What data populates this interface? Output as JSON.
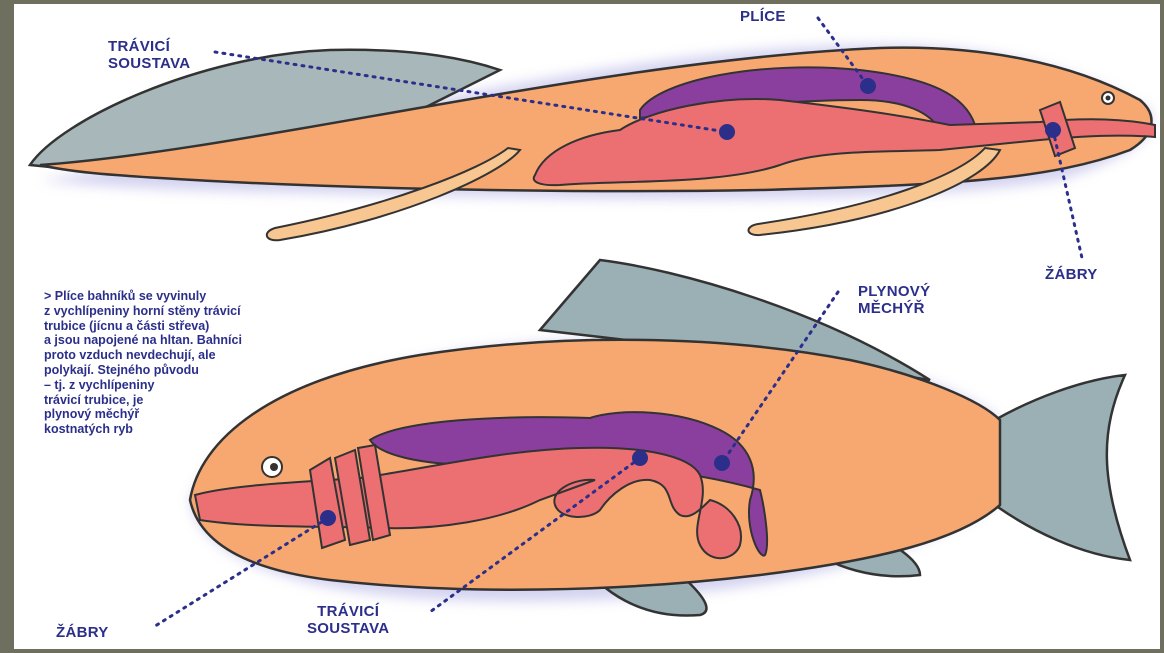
{
  "labels": {
    "lungs": "PLÍCE",
    "digestive_top": "TRÁVICÍ\nSOUSTAVA",
    "gills_top": "ŽÁBRY",
    "swim_bladder": "PLYNOVÝ\nMĚCHÝŘ",
    "gills_bottom": "ŽÁBRY",
    "digestive_bottom": "TRÁVICÍ\nSOUSTAVA"
  },
  "note": "> Plíce bahníků se vyvinuly\nz vychlípeniny horní stěny trávicí\ntrubice (jícnu a části střeva)\na jsou napojené na hltan. Bahníci\nproto vzduch nevdechují, ale\npolykají. Stejného původu\n– tj. z vychlípeniny\ntrávicí trubice, je\nplynový měchýř\nkostnatých ryb",
  "colors": {
    "body": "#f7a871",
    "organ_lung": "#8a3f9e",
    "digestive": "#ec6f72",
    "fin": "#9ab0b4",
    "label": "#2b2f8a",
    "marker": "#2b2f8a"
  }
}
